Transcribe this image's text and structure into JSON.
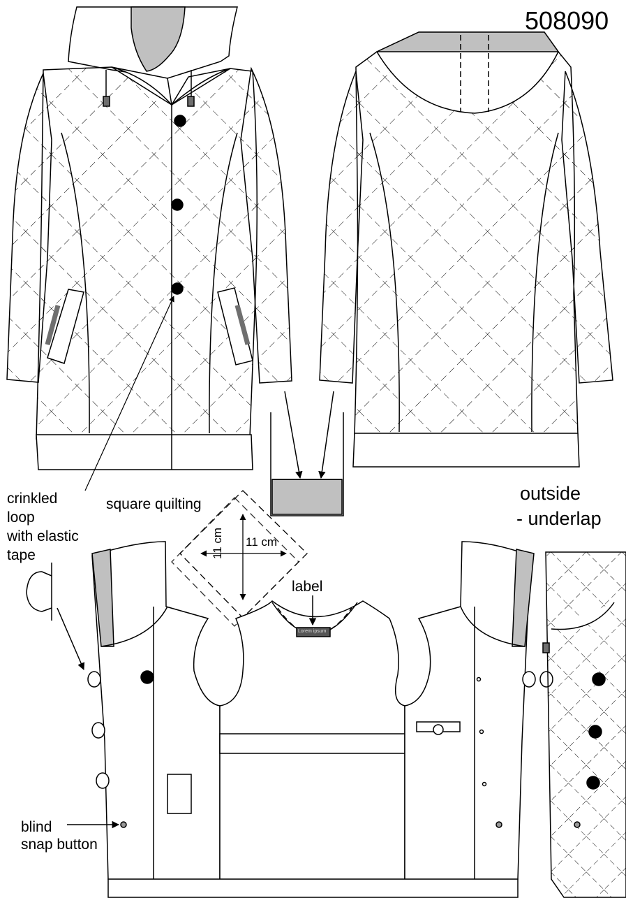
{
  "style_number": "508090",
  "annotations": {
    "loop": [
      "crinkled",
      "loop",
      "with elastic",
      "tape"
    ],
    "quilting": "square quilting",
    "dim_horizontal": "11 cm",
    "dim_vertical": "11 cm",
    "label": "label",
    "label_tag_text": "Lorem ipsum",
    "outside": "outside",
    "underlap": "- underlap",
    "snap": [
      "blind",
      "snap button"
    ]
  },
  "colors": {
    "line": "#000000",
    "fill": "#ffffff",
    "lining_gray": "#c0c0c0",
    "tape_dark": "#6f6f6f",
    "label_tag": "#555555"
  }
}
